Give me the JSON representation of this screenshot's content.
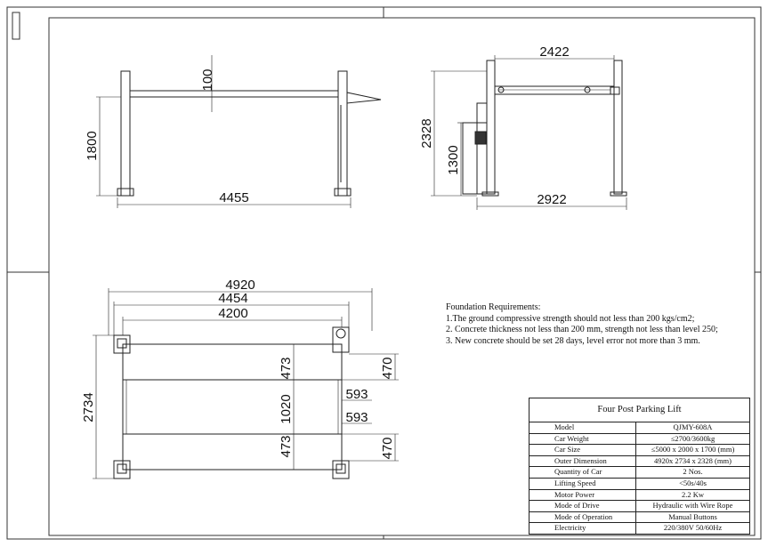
{
  "dimensions": {
    "front_view": {
      "beam_height": "100",
      "lift_height": "1800",
      "overall_length": "4455"
    },
    "side_view": {
      "inner_width": "2422",
      "overall_height": "2328",
      "power_unit_height": "1300",
      "overall_width": "2922"
    },
    "plan_view": {
      "outer_length": "4920",
      "post_length": "4454",
      "inner_length": "4200",
      "overall_width": "2734",
      "runway_width_top": "473",
      "gap_width": "1020",
      "runway_width_bottom": "473",
      "right_offset_top": "470",
      "right_offset_bottom": "470",
      "runway_inset_top": "593",
      "runway_inset_bottom": "593"
    }
  },
  "foundation": {
    "title": "Foundation Requirements:",
    "lines": [
      "1.The ground compressive strength should not less than 200 kgs/cm2;",
      "2. Concrete thickness not less than 200 mm, strength not less than level 250;",
      "3. New concrete should be set 28 days, level error not more than 3 mm."
    ]
  },
  "spec_table": {
    "title": "Four Post Parking Lift",
    "rows": [
      {
        "label": "Model",
        "value": "QJMY-608A"
      },
      {
        "label": "Car Weight",
        "value": "≤2700/3600kg"
      },
      {
        "label": "Car Size",
        "value": "≤5000 x 2000 x 1700 (mm)"
      },
      {
        "label": "Outer Dimension",
        "value": "4920x 2734 x 2328 (mm)"
      },
      {
        "label": "Quantity of Car",
        "value": "2 Nos."
      },
      {
        "label": "Lifting Speed",
        "value": "<50s/40s"
      },
      {
        "label": "Motor Power",
        "value": "2.2 Kw"
      },
      {
        "label": "Mode of Drive",
        "value": "Hydraulic with Wire Rope"
      },
      {
        "label": "Mode of Operation",
        "value": "Manual Buttons"
      },
      {
        "label": "Electricity",
        "value": "220/380V  50/60Hz"
      }
    ]
  }
}
